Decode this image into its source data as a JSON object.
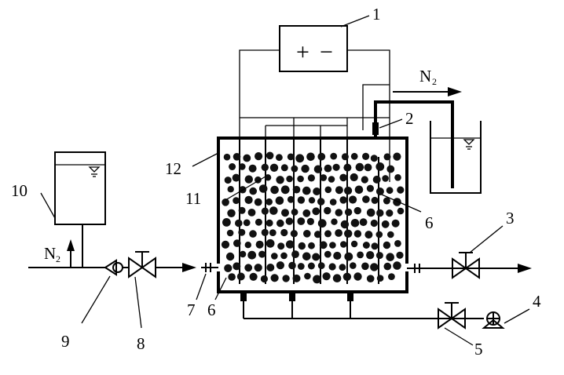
{
  "diagram": {
    "labels": {
      "l1": "1",
      "l2": "2",
      "l3": "3",
      "l4": "4",
      "l5": "5",
      "l6a": "6",
      "l6b": "6",
      "l7": "7",
      "l8": "8",
      "l9": "9",
      "l10": "10",
      "l11": "11",
      "l12": "12"
    },
    "power_supply": {
      "plus": "+",
      "minus": "−"
    },
    "gas_out": {
      "text": "N",
      "sub": "2"
    },
    "gas_in": {
      "text": "N",
      "sub": "2"
    },
    "colors": {
      "line": "#000000",
      "particle": "#111111",
      "background": "#ffffff"
    }
  }
}
